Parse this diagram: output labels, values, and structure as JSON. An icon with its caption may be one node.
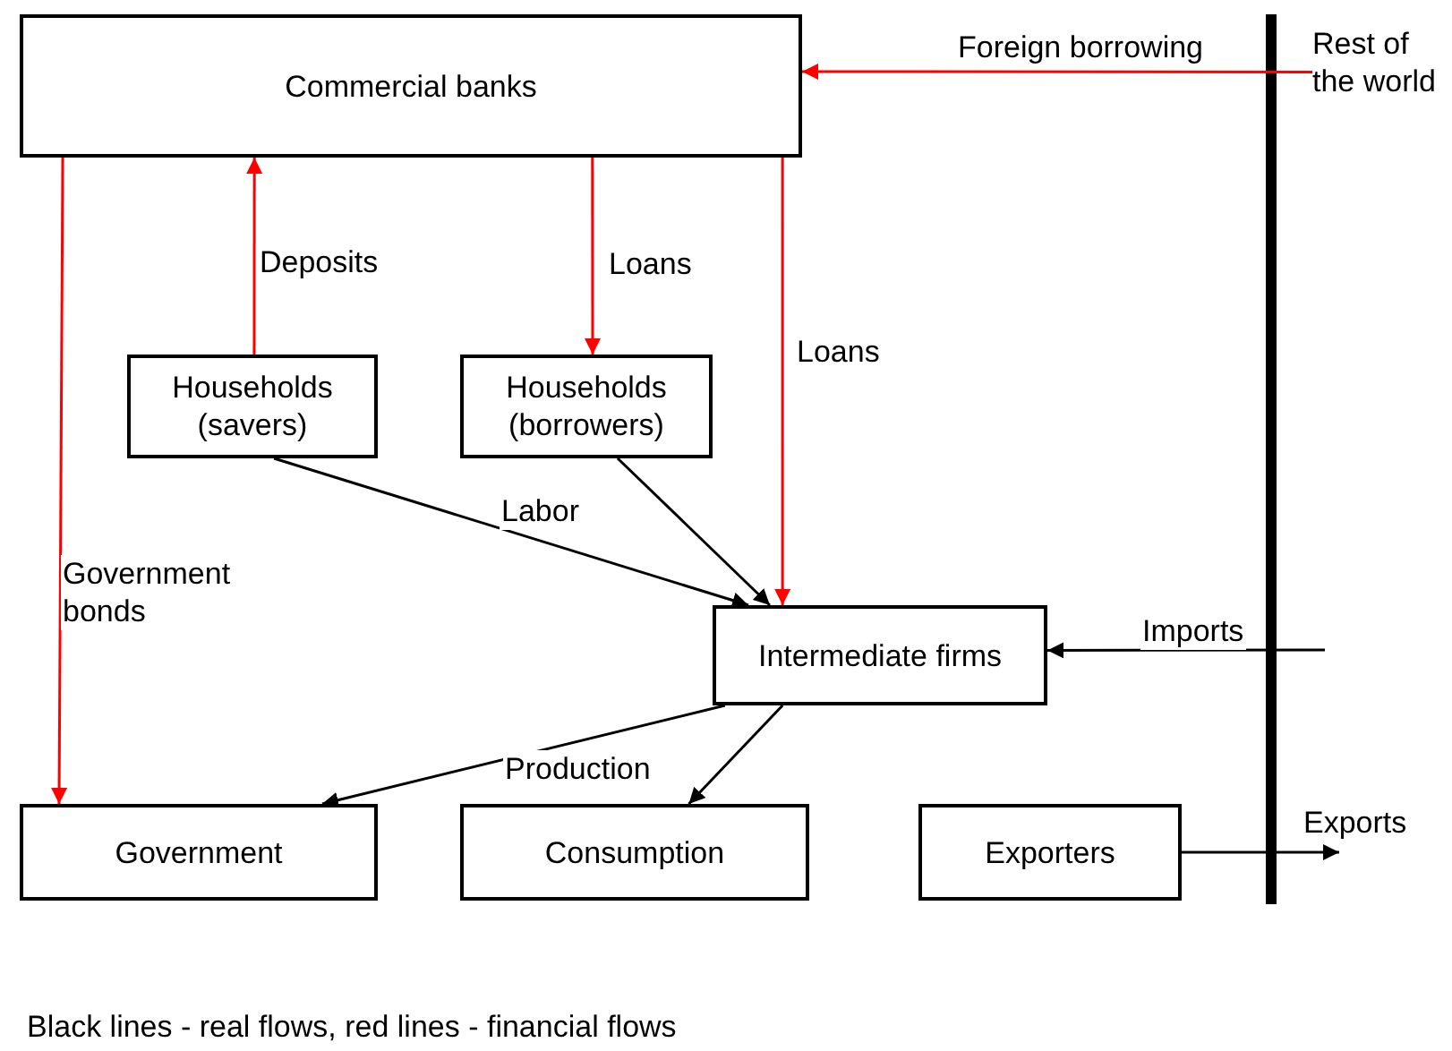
{
  "diagram": {
    "nodes": [
      {
        "text": [
          "Commercial banks"
        ]
      },
      {
        "text": [
          "Households (savers)"
        ]
      },
      {
        "text": [
          "Households (borrowers)"
        ]
      },
      {
        "text": [
          "Intermediate firms"
        ]
      },
      {
        "text": [
          "Government"
        ]
      },
      {
        "text": [
          "Consumption"
        ]
      },
      {
        "text": [
          "Exporters"
        ]
      },
      {
        "text": [
          "Rest of the world"
        ]
      }
    ],
    "edges": [
      {
        "from": 7,
        "to": 0,
        "arrow": "to",
        "label": "Foreign borrowing",
        "color": "#ff0000"
      },
      {
        "from": 1,
        "to": 0,
        "arrow": "to",
        "label": "Deposits",
        "color": "#ff0000"
      },
      {
        "from": 0,
        "to": 2,
        "arrow": "to",
        "label": "Loans",
        "color": "#ff0000"
      },
      {
        "from": 0,
        "to": 3,
        "arrow": "to",
        "label": "Loans",
        "color": "#ff0000"
      },
      {
        "from": 0,
        "to": 4,
        "arrow": "to",
        "label": "Government bonds",
        "color": "#ff0000"
      },
      {
        "from": 1,
        "to": 3,
        "arrow": "to",
        "label": "Labor"
      },
      {
        "from": 2,
        "to": 3,
        "arrow": "to"
      },
      {
        "from": null,
        "to": 3,
        "arrow": "to",
        "label": "Imports"
      },
      {
        "from": 3,
        "to": 4,
        "arrow": "to",
        "label": "Production"
      },
      {
        "from": 3,
        "to": 5,
        "arrow": "to"
      },
      {
        "from": 6,
        "to": null,
        "arrow": "to",
        "label": "Exports"
      }
    ],
    "labels": [
      "Black lines - real flows, red lines - financial flows"
    ]
  }
}
